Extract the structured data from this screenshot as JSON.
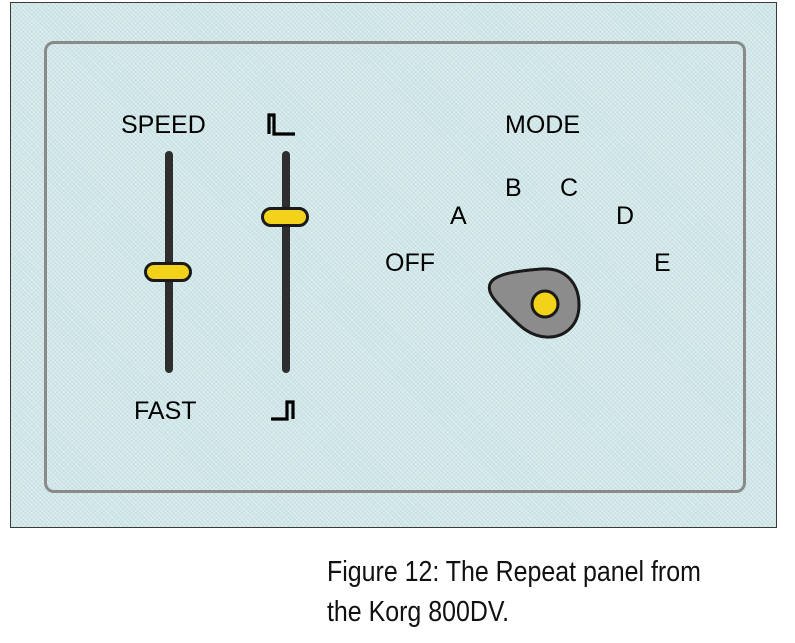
{
  "panel": {
    "speed_label": "SPEED",
    "fast_label": "FAST",
    "mode_label": "MODE",
    "mode_positions": [
      "OFF",
      "A",
      "B",
      "C",
      "D",
      "E"
    ],
    "mode_selected": "OFF"
  },
  "sliders": {
    "speed_level": 0.45,
    "gate_level": 0.73
  },
  "icons": {
    "gate_top": "long-gate-icon",
    "gate_bottom": "short-gate-icon",
    "mode_knob": "rotary-knob-icon"
  },
  "colors": {
    "background": "#cfe6e8",
    "frame": "#8a8a8a",
    "slider_track": "#2e2e2e",
    "knob_fill": "#f2d21a",
    "rotary_body": "#8c8c8c"
  },
  "caption": {
    "line1": "Figure 12: The Repeat panel from",
    "line2": "the Korg 800DV."
  }
}
